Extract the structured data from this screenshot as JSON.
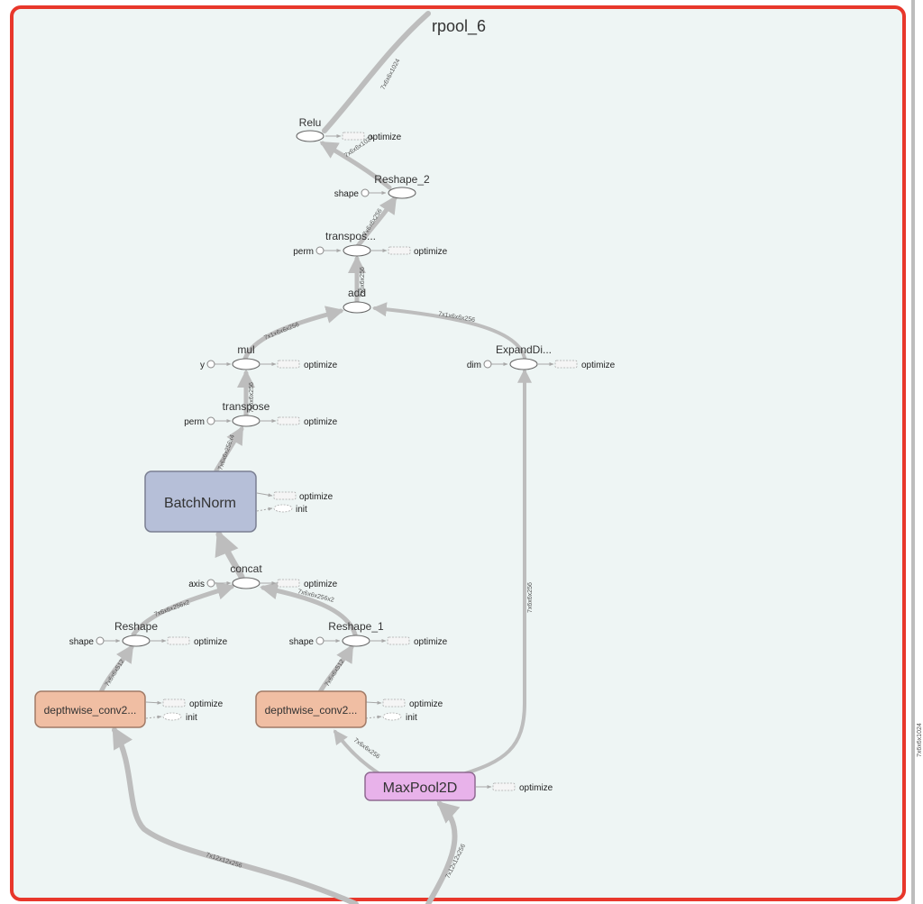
{
  "graph": {
    "title": "rpool_6",
    "nodes": {
      "relu": "Relu",
      "reshape_2": "Reshape_2",
      "transpose_top": "transpos...",
      "add": "add",
      "mul": "mul",
      "expand_dims": "ExpandDi...",
      "transpose": "transpose",
      "batchnorm": "BatchNorm",
      "concat": "concat",
      "reshape": "Reshape",
      "reshape_1": "Reshape_1",
      "depthwise_left": "depthwise_conv2...",
      "depthwise_right": "depthwise_conv2...",
      "maxpool": "MaxPool2D"
    },
    "inputs": {
      "shape_top": "shape",
      "perm_top": "perm",
      "y": "y",
      "dim": "dim",
      "perm": "perm",
      "axis": "axis",
      "shape_left": "shape",
      "shape_right": "shape"
    },
    "aux": {
      "optimize": "optimize",
      "init": "init"
    },
    "edges": {
      "into_relu": "7x6x6x1024",
      "reshape2_relu": "7x6x6x1024",
      "transpose_reshape2": "7x6x6x256",
      "add_transpose": "7x6x6x256",
      "mul_add": "7x1x6x6x256",
      "expand_add": "7x1x6x6x256",
      "transpose_mul": "7x6x6x256",
      "bn_transpose": "7x6x6x256x4",
      "concat_bn": "",
      "reshape_concat": "7x6x6x256x2",
      "reshape1_concat": "7x6x6x256x2",
      "dwl_reshape": "7x6x6x512",
      "dwr_reshape1": "7x6x6x512",
      "maxpool_dwr": "7x6x6x256",
      "maxpool_expand": "7x6x6x256",
      "input_dwl": "7x12x12x256",
      "input_maxpool": "7x12x12x256",
      "right_side": "7x6x6x1024"
    }
  },
  "colors": {
    "frame": "#e8372b",
    "background": "#eef5f4",
    "batchnorm_fill": "#b6bfd8",
    "depthwise_fill": "#f0bea3",
    "maxpool_fill": "#e8b2ea",
    "edge": "#bdbdbd"
  }
}
